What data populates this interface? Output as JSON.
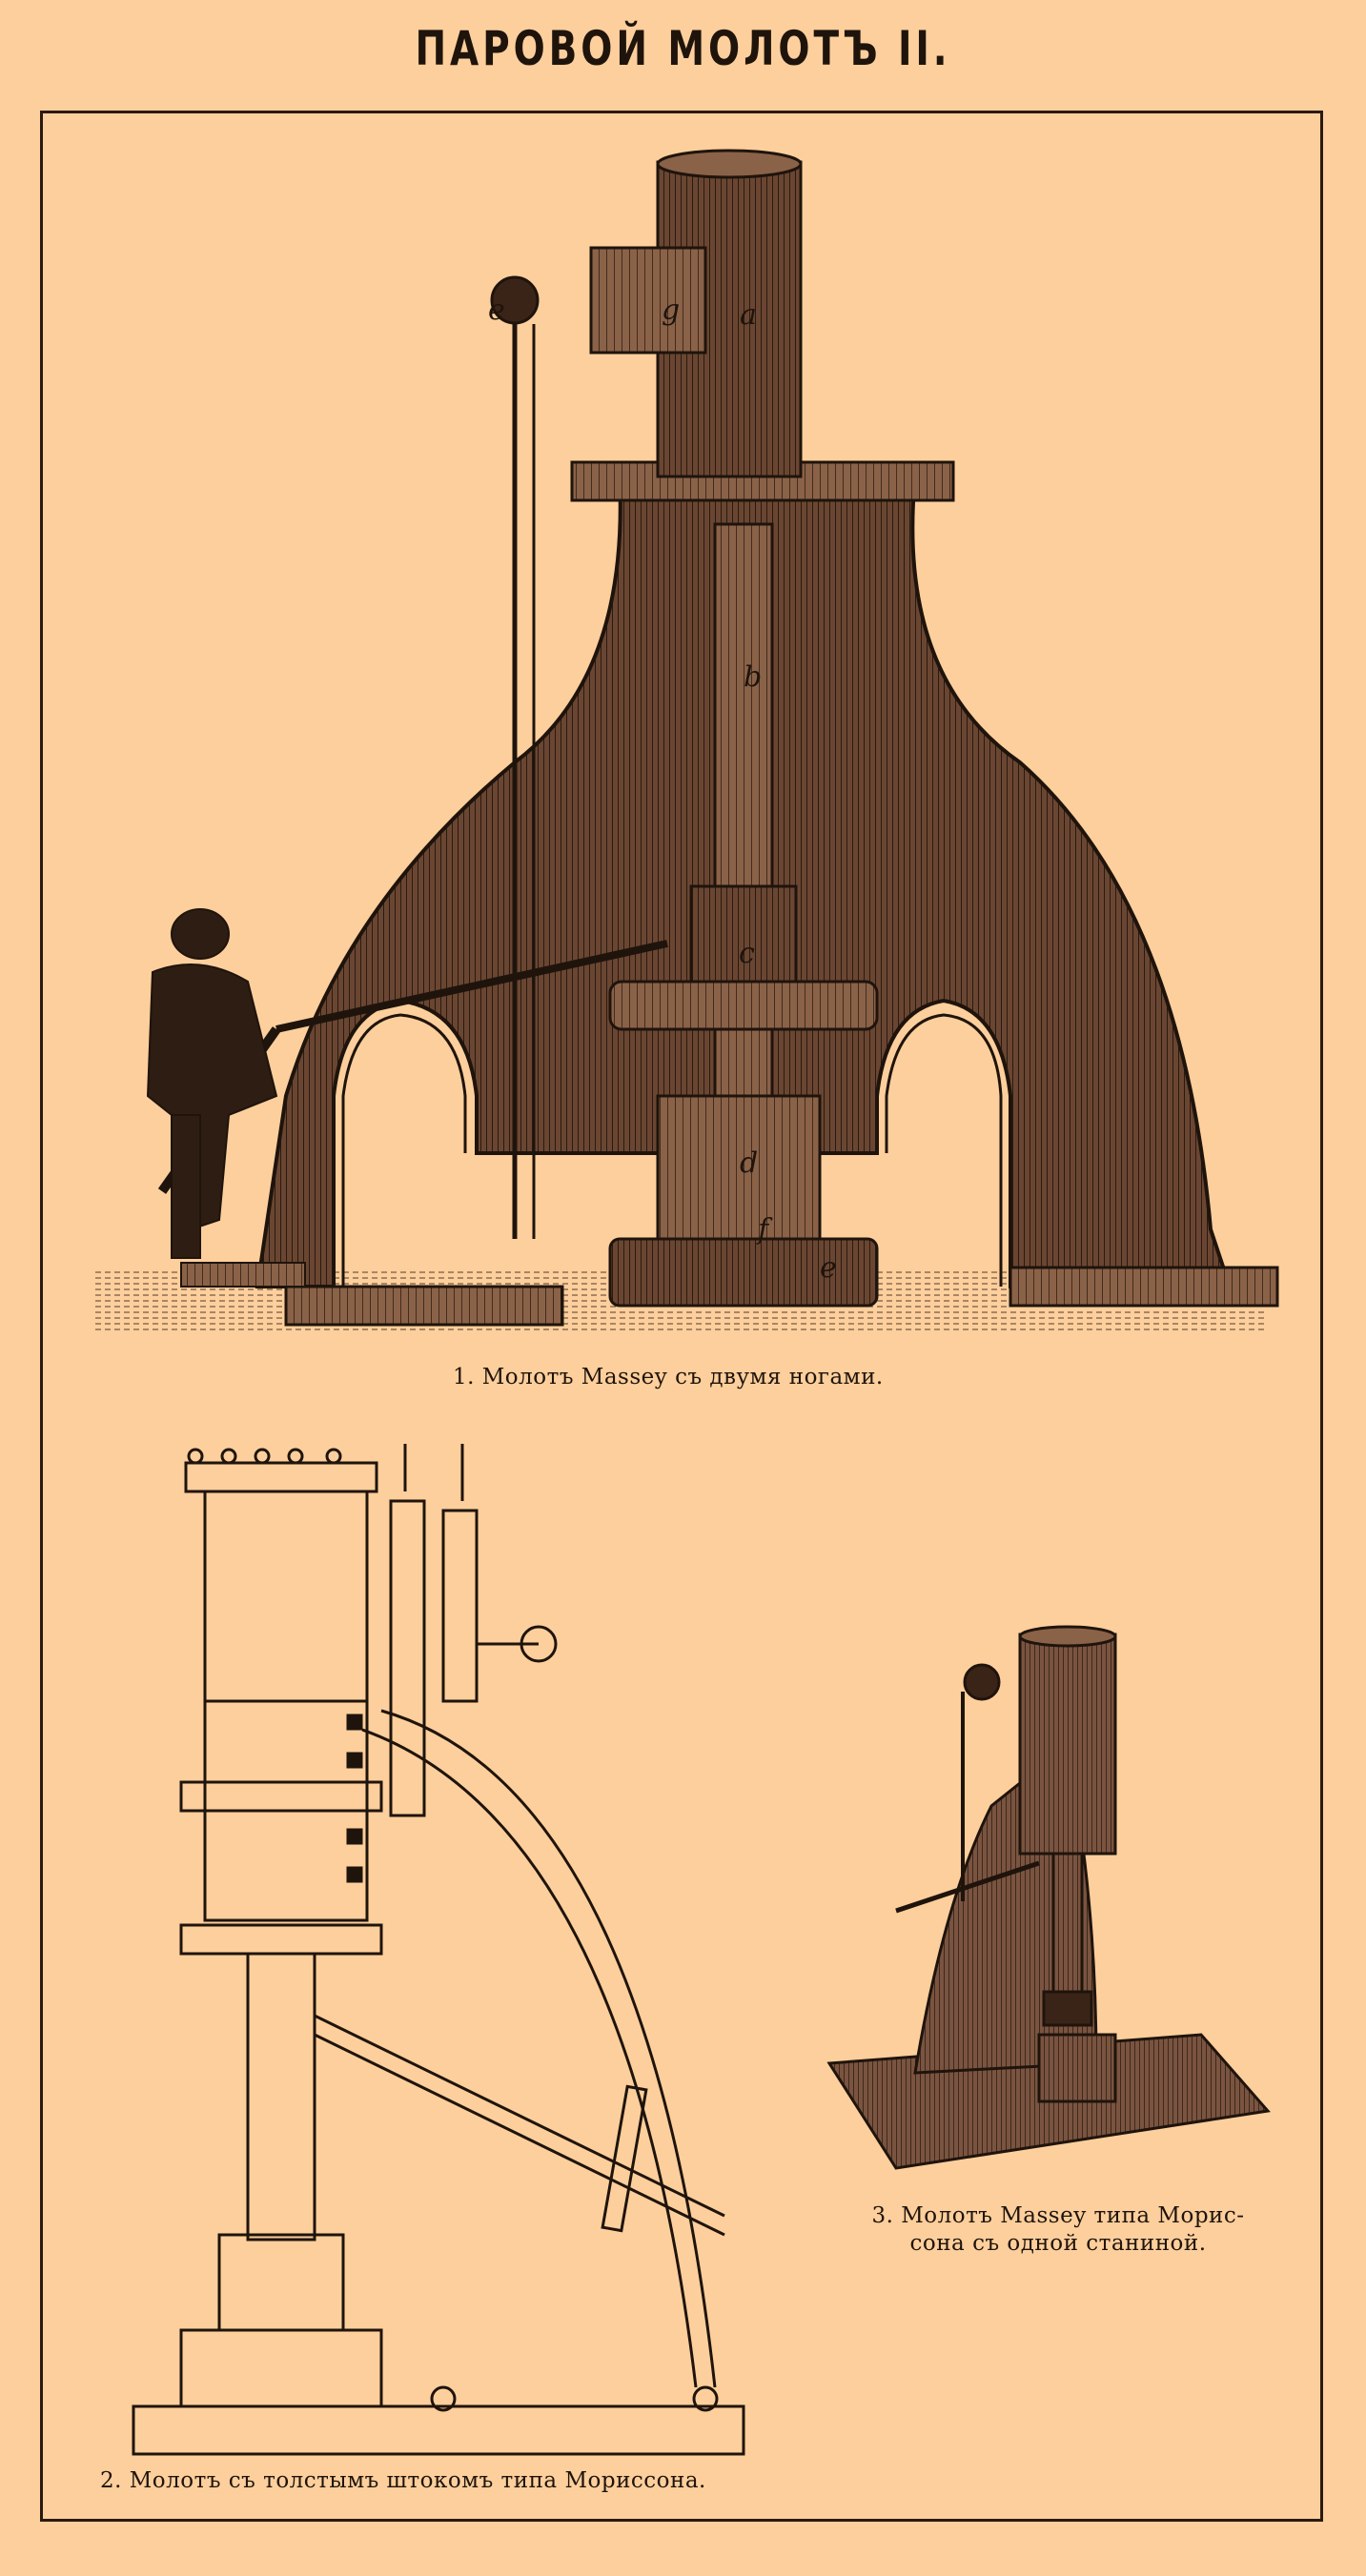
{
  "page": {
    "title": "ПАРОВОЙ МОЛОТЪ II."
  },
  "figures": [
    {
      "caption": "1. Молотъ Massey съ двумя ногами.",
      "labels": [
        "e",
        "g",
        "a",
        "b",
        "c",
        "d",
        "f",
        "e"
      ]
    },
    {
      "caption": "2. Молотъ съ толстымъ штокомъ типа Мориссона."
    },
    {
      "caption": "3. Молотъ Massey типа Мориссона съ одной станиной.",
      "caption_line1": "3. Молотъ Massey типа Морис-",
      "caption_line2": "сона съ одной станиной."
    }
  ],
  "colors": {
    "paper": "#fdcf9c",
    "ink": "#1f140c"
  }
}
